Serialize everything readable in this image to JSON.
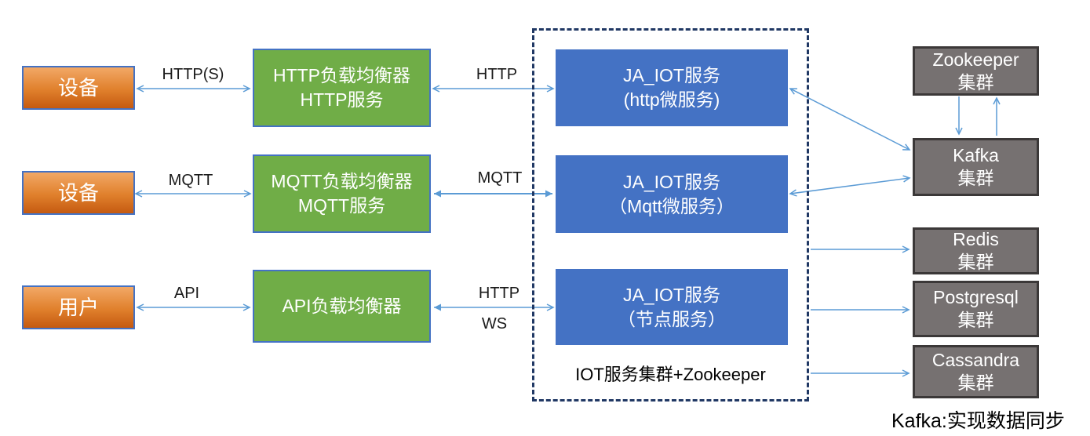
{
  "left_nodes": [
    {
      "label": "设备"
    },
    {
      "label": "设备"
    },
    {
      "label": "用户"
    }
  ],
  "balancers": [
    {
      "line1": "HTTP负载均衡器",
      "line2": "HTTP服务"
    },
    {
      "line1": "MQTT负载均衡器",
      "line2": "MQTT服务"
    },
    {
      "line1": "API负载均衡器",
      "line2": ""
    }
  ],
  "iot_cluster": {
    "caption": "IOT服务集群+Zookeeper",
    "services": [
      {
        "line1": "JA_IOT服务",
        "line2": "(http微服务)"
      },
      {
        "line1": "JA_IOT服务",
        "line2": "（Mqtt微服务）"
      },
      {
        "line1": "JA_IOT服务",
        "line2": "（节点服务）"
      }
    ]
  },
  "clusters": [
    {
      "name": "Zookeeper",
      "sub": "集群"
    },
    {
      "name": "Kafka",
      "sub": "集群"
    },
    {
      "name": "Redis",
      "sub": "集群"
    },
    {
      "name": "Postgresql",
      "sub": "集群"
    },
    {
      "name": "Cassandra",
      "sub": "集群"
    }
  ],
  "edge_labels": {
    "https": "HTTP(S)",
    "http_left": "HTTP",
    "mqtt_device": "MQTT",
    "mqtt_service": "MQTT",
    "api": "API",
    "http_right": "HTTP",
    "ws": "WS"
  },
  "note": "Kafka:实现数据同步",
  "colors": {
    "orange_gradient_top": "#F2A866",
    "orange_gradient_bottom": "#C55A11",
    "green": "#70AD47",
    "blue": "#4472C4",
    "gray": "#767171",
    "gray_border": "#3B3838",
    "box_border": "#4472C4",
    "dashed_border": "#203864",
    "arrow": "#5B9BD5"
  }
}
